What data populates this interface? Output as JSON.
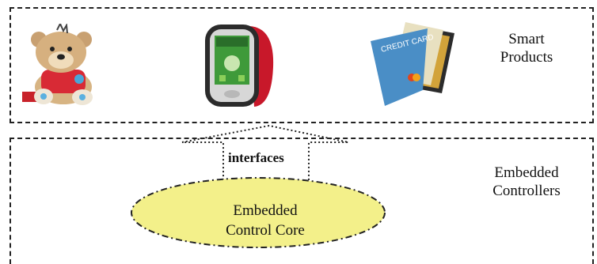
{
  "layers": {
    "top_label": "Smart\nProducts",
    "bottom_label": "Embedded\nControllers"
  },
  "connector": {
    "label": "interfaces"
  },
  "core": {
    "label": "Embedded\nControl Core",
    "fill_color": "#f3f08a"
  },
  "products": [
    {
      "icon": "teddy-bear-icon"
    },
    {
      "icon": "mobile-phone-icon"
    },
    {
      "icon": "credit-card-icon"
    }
  ],
  "colors": {
    "line": "#222222",
    "core_fill": "#f3f08a"
  }
}
